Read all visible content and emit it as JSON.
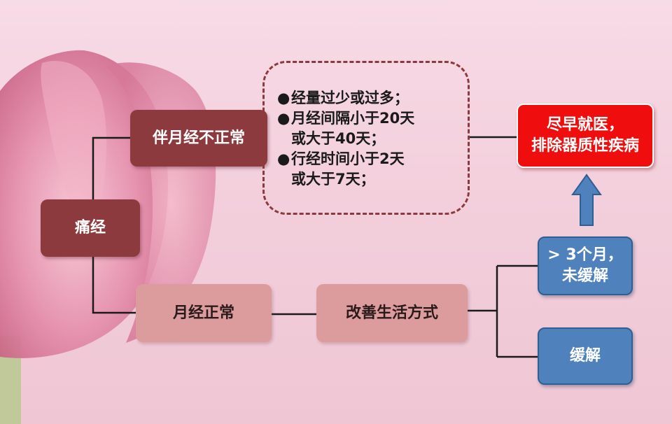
{
  "colors": {
    "dark_red": "#8c3a3d",
    "rose": "#dc9c9e",
    "bright_red": "#f00d0d",
    "blue": "#4f81bd"
  },
  "nodes": {
    "root": "痛经",
    "abnormal": "伴月经不正常",
    "normal": "月经正常",
    "lifestyle": "改善生活方式",
    "see_doctor": [
      "尽早就医，",
      "排除器质性疾病"
    ],
    "over_3_months": [
      "> 3个月，",
      "未缓解"
    ],
    "relieved": "缓解"
  },
  "symptoms": [
    {
      "bullet": "●",
      "lines": [
        "经量过少或过多；"
      ]
    },
    {
      "bullet": "●",
      "lines": [
        "月经间隔小于20天",
        "或大于40天；"
      ]
    },
    {
      "bullet": "●",
      "lines": [
        "行经时间小于2天",
        "或大于7天；"
      ]
    }
  ],
  "icons": {
    "flower": "pink-tulip-illustration",
    "arrow": "arrow-up-icon"
  }
}
